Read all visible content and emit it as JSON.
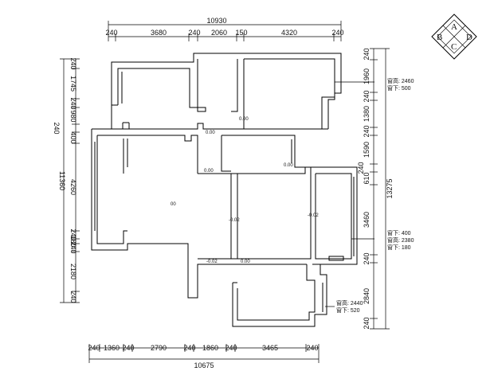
{
  "compass": {
    "top": "A",
    "left": "B",
    "bottom": "C",
    "right": "D"
  },
  "dims_top": {
    "total": "10930",
    "segments": [
      "240",
      "3680",
      "240",
      "2060",
      "150",
      "4320",
      "240"
    ]
  },
  "dims_bottom": {
    "total": "10675",
    "segments": [
      "240",
      "1360",
      "240",
      "2790",
      "240",
      "1860",
      "240",
      "3465",
      "240"
    ]
  },
  "dims_left": {
    "total": "11360",
    "segments": [
      "240",
      "1745",
      "240",
      "980",
      "240",
      "400",
      "4260",
      "240",
      "180",
      "240",
      "2180",
      "240"
    ]
  },
  "dims_right": {
    "total": "13275",
    "segments": [
      "240",
      "1960",
      "240",
      "1380",
      "240",
      "1590",
      "240",
      "610",
      "3460",
      "240",
      "2840",
      "240"
    ]
  },
  "window_notes": [
    {
      "lines": [
        "窗高: 2460",
        "窗下: 500"
      ]
    },
    {
      "lines": [
        "窗下: 400",
        "窗高: 2380",
        "窗下: 180"
      ]
    },
    {
      "lines": [
        "窗高: 2440",
        "窗下: 520"
      ]
    }
  ],
  "small_labels": [
    "0.00",
    "0.00",
    "0.00",
    "0.00",
    "-0.02",
    "-0.02",
    "-0.02",
    "0.00"
  ],
  "center_mark": "00"
}
